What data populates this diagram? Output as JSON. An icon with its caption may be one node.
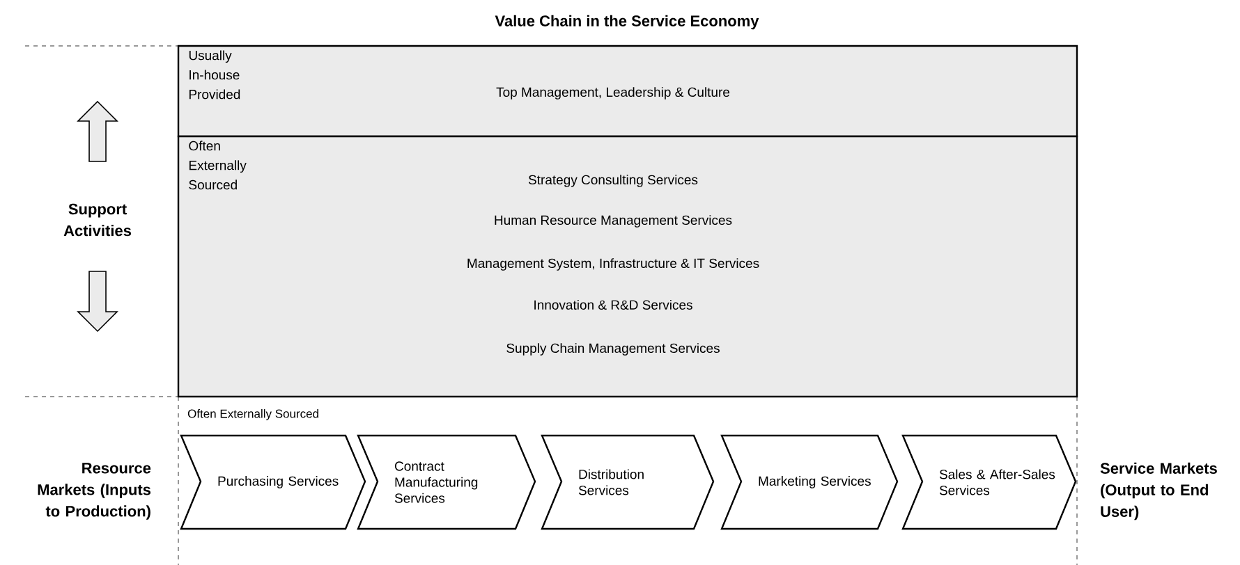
{
  "diagram": {
    "title": "Value Chain in the Service Economy",
    "nodes": [
      {
        "text": [
          "Usually In-house Provided",
          "Top Management, Leadership & Culture"
        ]
      },
      {
        "text": [
          "Often Externally Sourced",
          "Strategy Consulting Services",
          "Human Resource Management Services",
          "Management System, Infrastructure & IT Services",
          "Innovation & R&D Services",
          "Supply Chain Management Services"
        ]
      },
      {
        "text": [
          "Purchasing Services"
        ]
      },
      {
        "text": [
          "Contract Manufacturing Services"
        ]
      },
      {
        "text": [
          "Distribution Services"
        ]
      },
      {
        "text": [
          "Marketing Services"
        ]
      },
      {
        "text": [
          "Sales & After-Sales Services"
        ]
      }
    ],
    "labels": [
      "Support Activities",
      "Often Externally Sourced",
      "Resource Markets (Inputs to Production)",
      "Service Markets (Output to End User)"
    ]
  }
}
